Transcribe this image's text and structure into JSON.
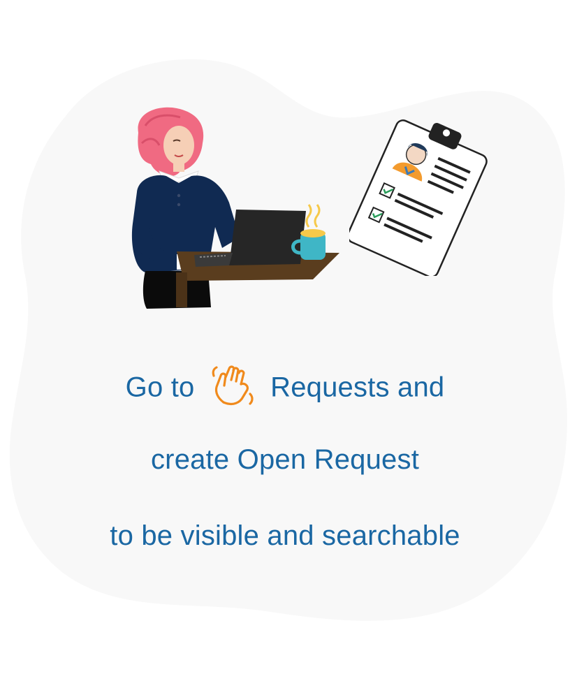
{
  "message": {
    "line1_prefix": "Go to",
    "line1_icon": "waving-hand-icon",
    "line1_suffix": "Requests and",
    "line2": "create Open Request",
    "line3": "to be visible and searchable"
  },
  "colors": {
    "text": "#1a67a3",
    "blob": "#f8f8f8",
    "hand": "#f08a1c"
  },
  "illustrations": {
    "woman": "woman-at-laptop-illustration",
    "clipboard": "profile-clipboard-illustration"
  }
}
